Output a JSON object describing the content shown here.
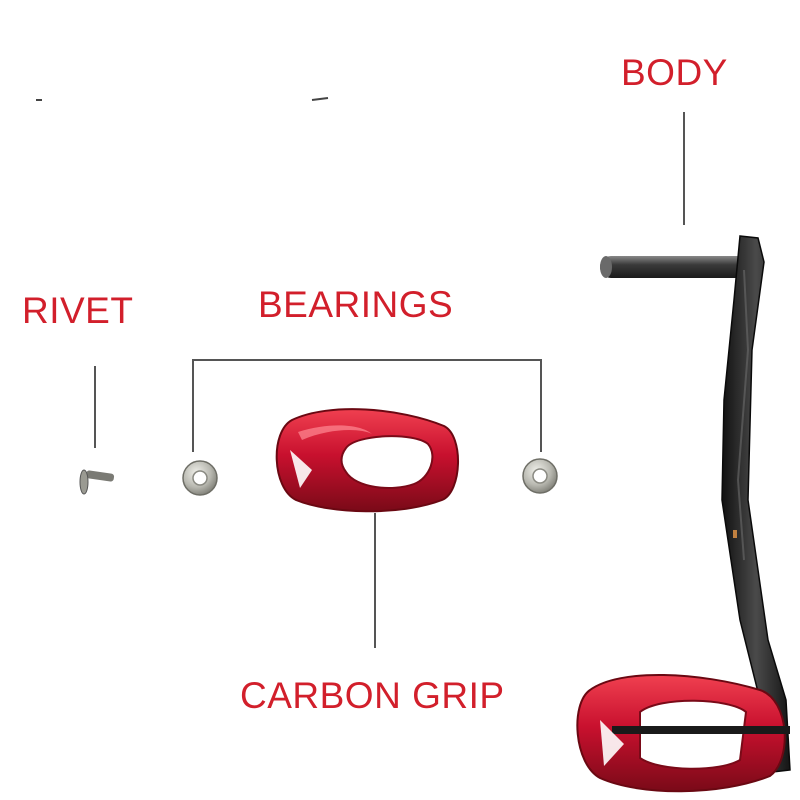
{
  "labels": {
    "body": "BODY",
    "rivet": "RIVET",
    "bearings": "BEARINGS",
    "carbon_grip": "CARBON GRIP"
  },
  "colors": {
    "label": "#d21f2b",
    "leader_line": "#555555",
    "grip_red": "#c8102e",
    "body_carbon": "#2a2a2a",
    "metal": "#b8b8b0"
  }
}
